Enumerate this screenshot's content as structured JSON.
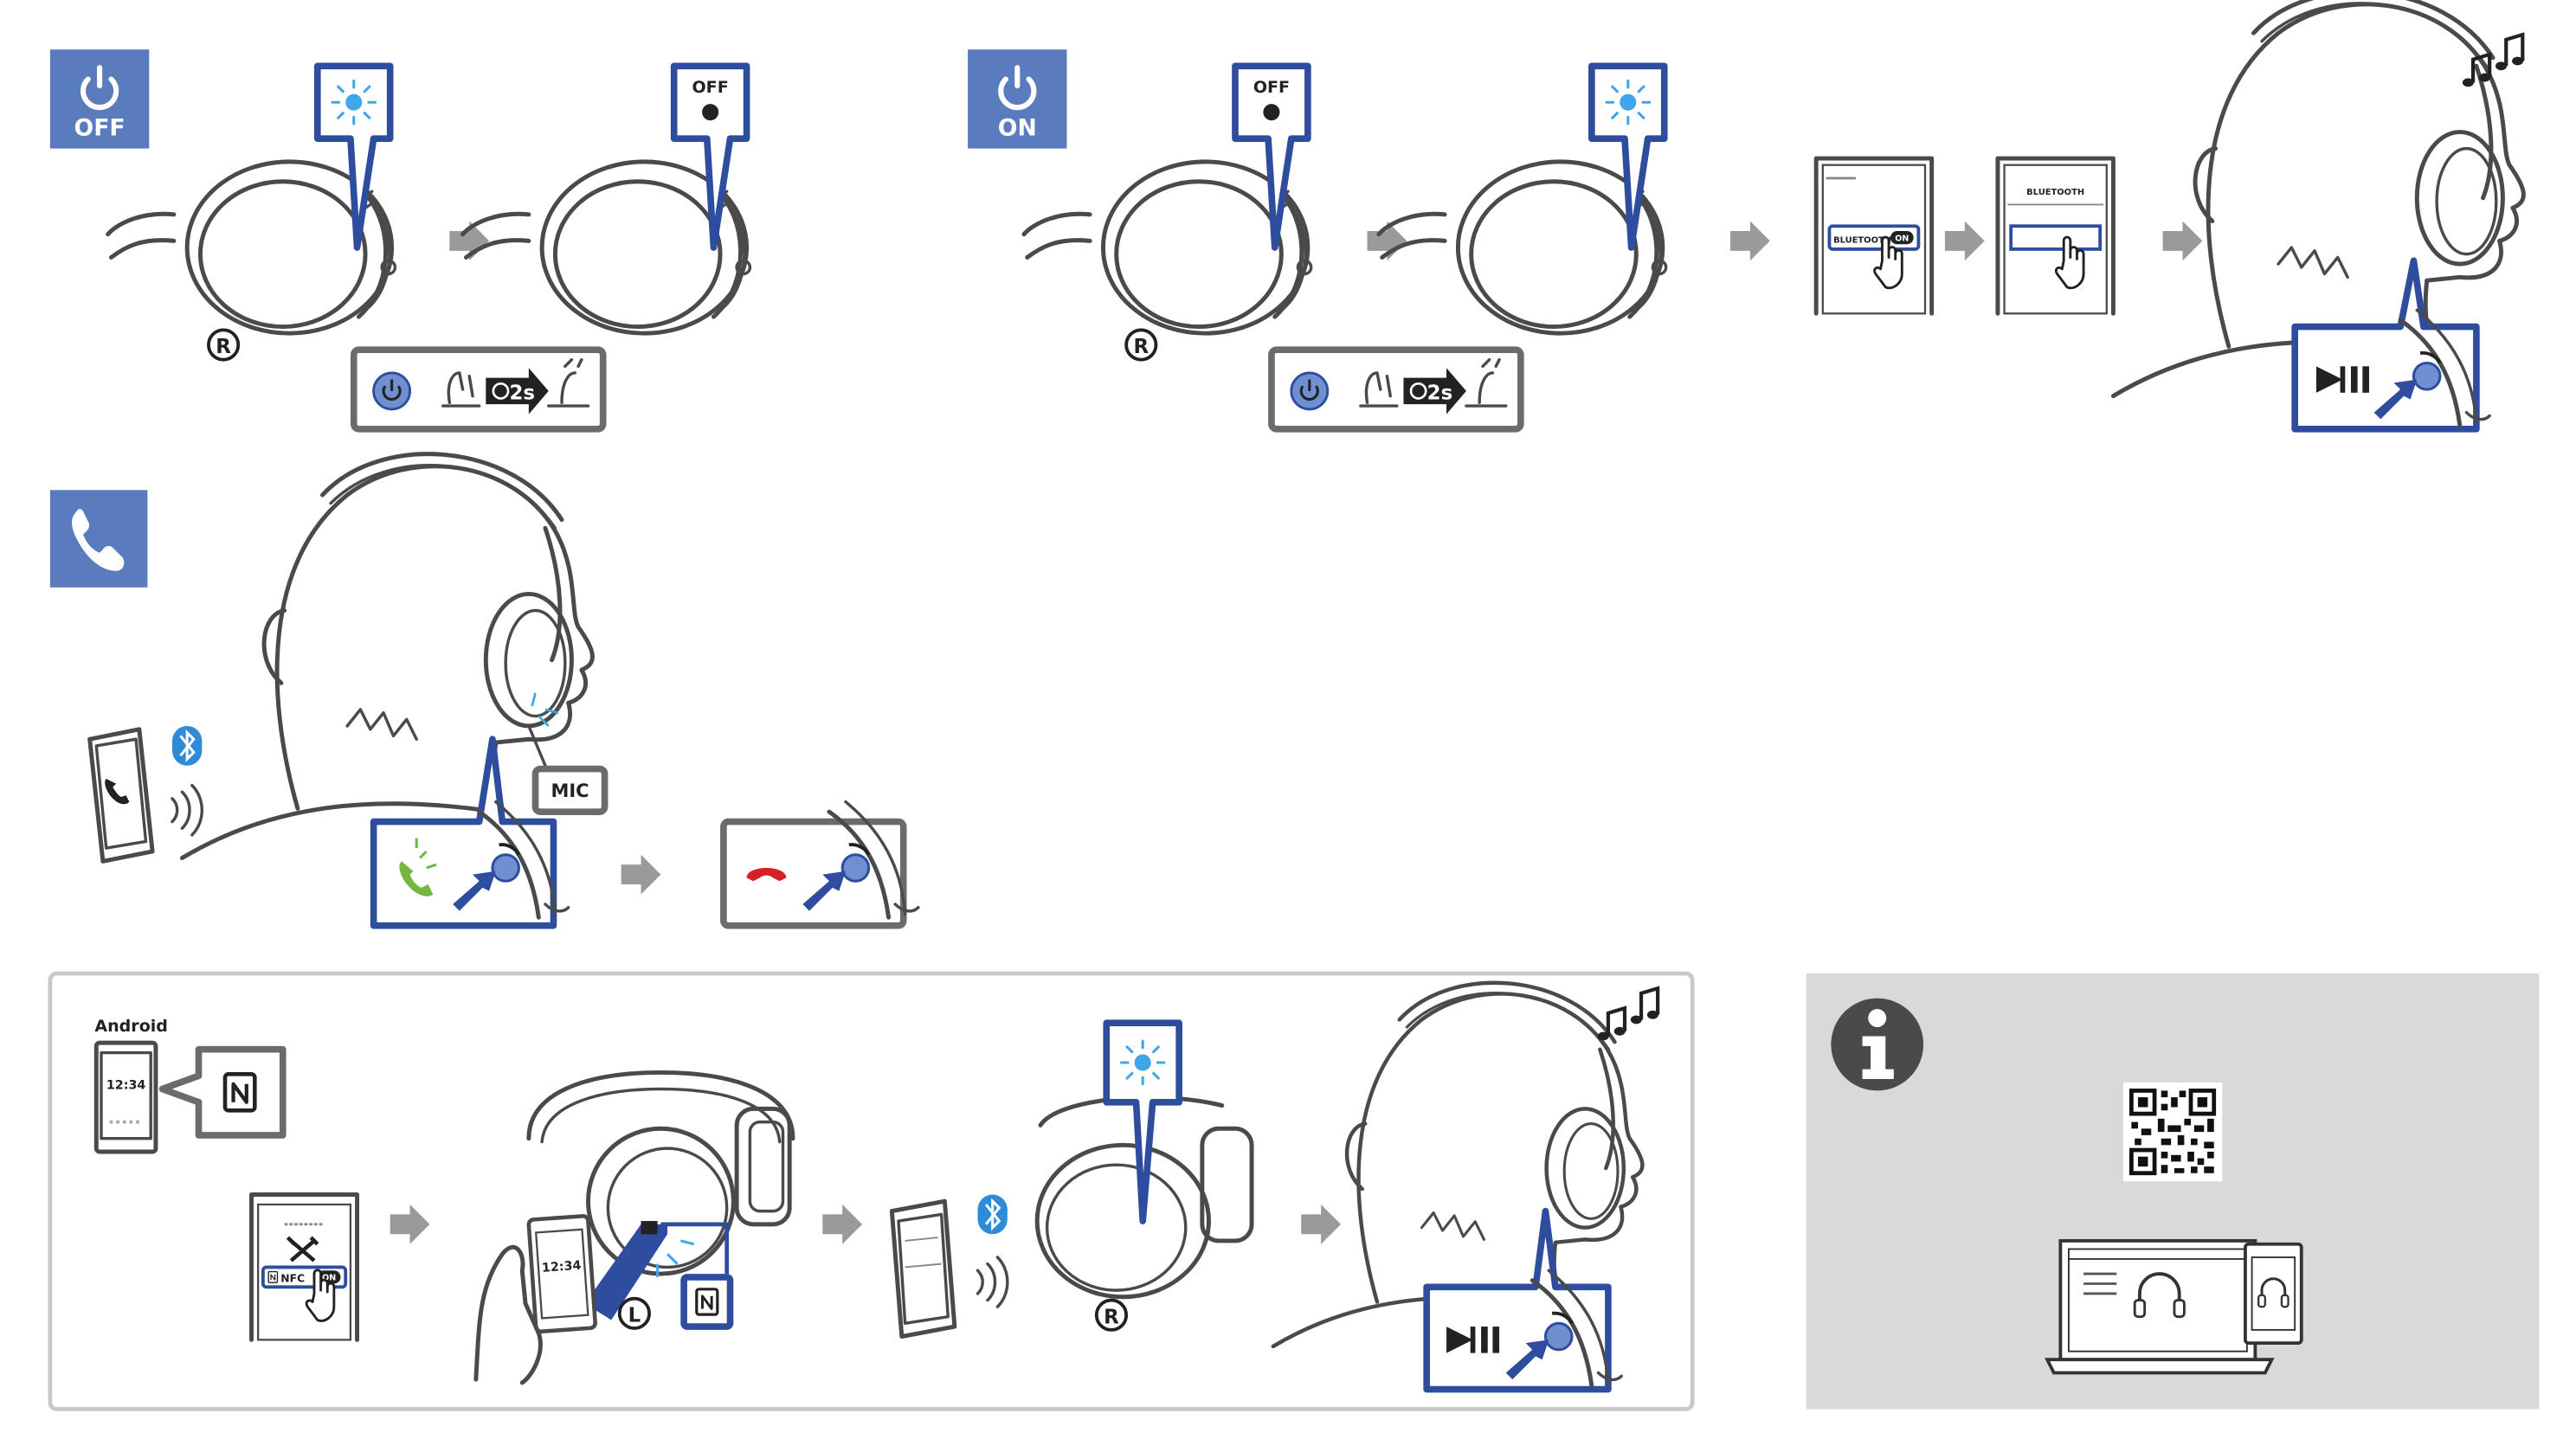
{
  "colors": {
    "badge": "#5b7bbf",
    "callout_border": "#2e4d9e",
    "arrow": "#9a9a9a",
    "led_blue": "#3fa6ea",
    "call_green": "#74b843",
    "hangup_red": "#d61f26",
    "info_panel": "#d9d9d9"
  },
  "power_off": {
    "badge_label": "OFF",
    "led_off_label": "OFF",
    "side_label": "R",
    "hold_time": "2s"
  },
  "power_on": {
    "badge_label": "ON",
    "led_off_label": "OFF",
    "side_label": "R",
    "hold_time": "2s",
    "phone_bluetooth_label": "BLUETOOTH",
    "phone_toggle_label": "ON",
    "phone_list_title": "BLUETOOTH"
  },
  "call": {
    "mic_label": "MIC"
  },
  "nfc": {
    "os_label": "Android",
    "clock_time": "12:34",
    "nfc_setting_label": "NFC",
    "nfc_toggle_label": "ON",
    "side_left_label": "L",
    "side_right_label": "R"
  },
  "icons": [
    "power-icon",
    "phone-call-icon",
    "bluetooth-icon",
    "nfc-icon",
    "info-icon",
    "play-pause-icon",
    "music-notes-icon",
    "tools-icon",
    "hangup-icon",
    "qr-code-icon",
    "laptop-icon"
  ]
}
